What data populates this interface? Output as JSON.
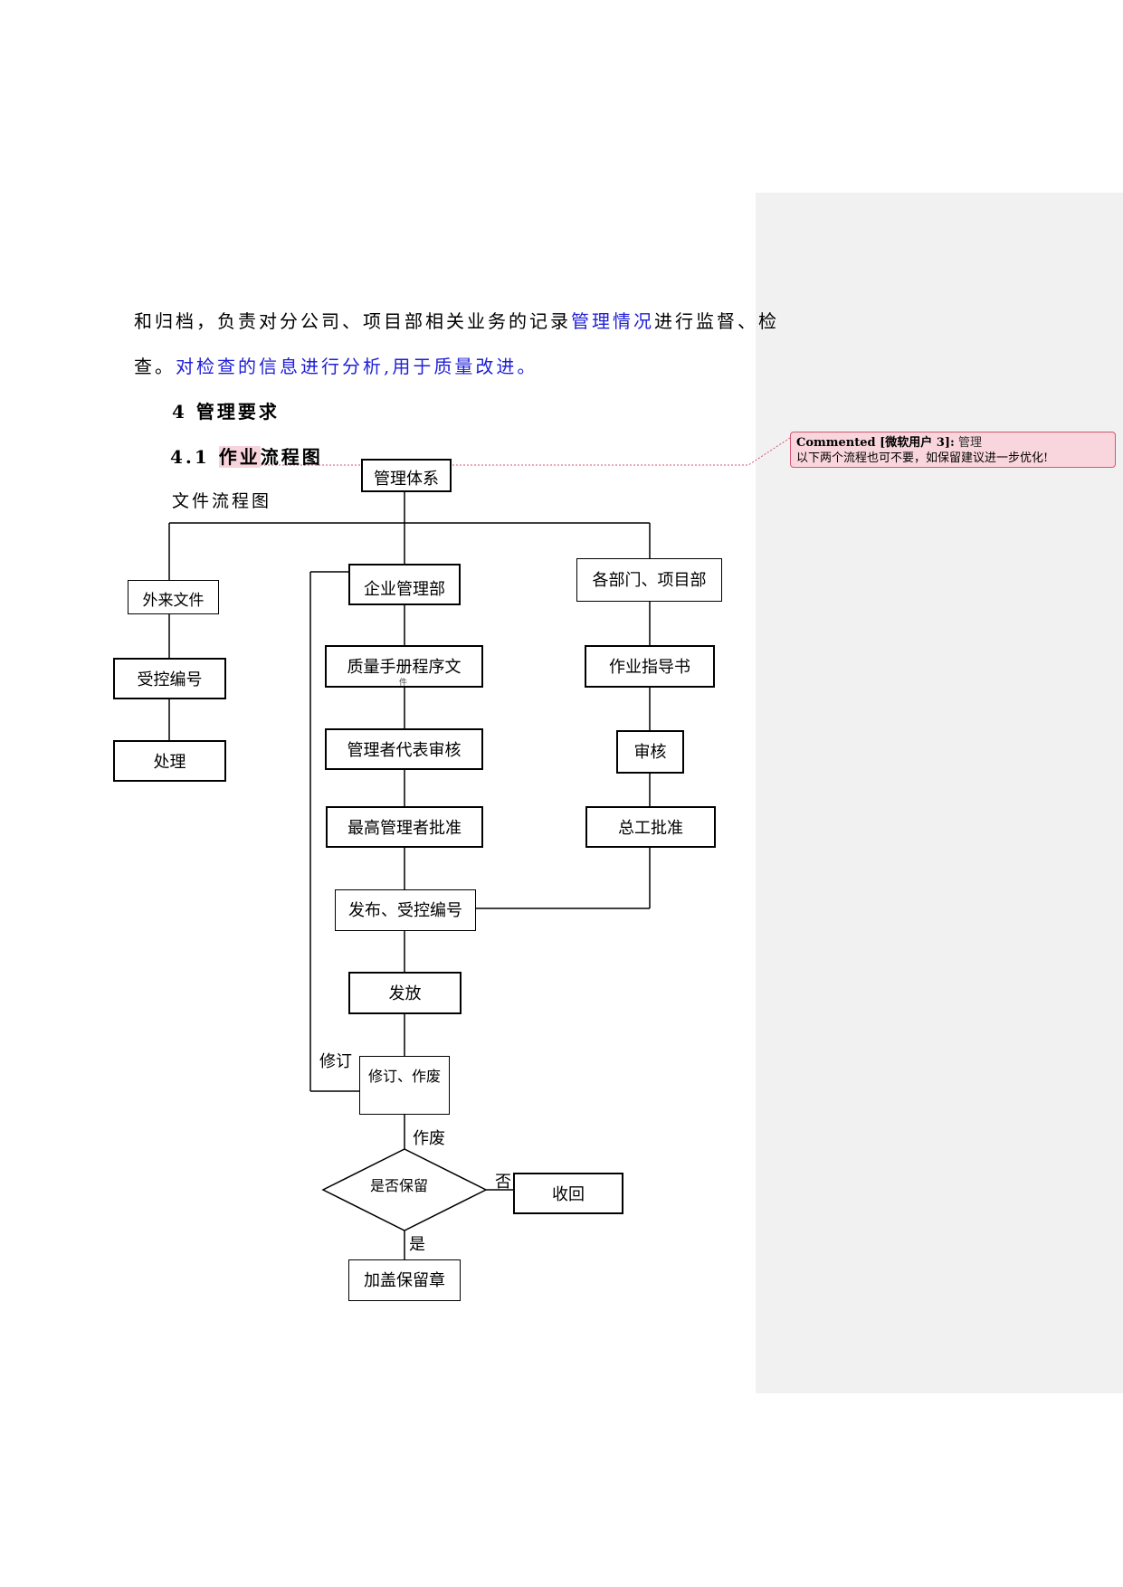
{
  "paragraph": {
    "line1_a": "和归档，负责对分公司、项目部相关业务的记录",
    "line1_b": "管理情况",
    "line1_c": "进行监督、检",
    "line2_a": "查。",
    "line2_b": "对检查的信息进行分析,用于质量改进。"
  },
  "section": {
    "heading4": "4 管理要求",
    "heading41_num": "4.1 ",
    "heading41_hl": "作业",
    "heading41_rest": "流程图",
    "sub": "文件流程图"
  },
  "comment": {
    "author": "Commented [微软用户 3]:",
    "quote": "管理",
    "text": "以下两个流程也可不要，如保留建议进一步优化!"
  },
  "flow": {
    "top": "管理体系",
    "external": "外来文件",
    "controlled_no": "受控编号",
    "handle": "处理",
    "enterprise": "企业管理部",
    "quality_manual": "质量手册程序文",
    "quality_manual_cut": "件",
    "rep_review": "管理者代表审核",
    "top_approve": "最高管理者批准",
    "publish": "发布、受控编号",
    "distribute": "发放",
    "revise_void": "修订、作废",
    "keep_q": "是否保留",
    "recall": "收回",
    "stamp": "加盖保留章",
    "depts": "各部门、项目部",
    "instruction": "作业指导书",
    "review": "审核",
    "chief_approve": "总工批准",
    "label_revise": "修订",
    "label_void": "作废",
    "label_no": "否",
    "label_yes": "是"
  },
  "colors": {
    "link_blue": "#1f1fd6",
    "comment_bg": "#f9d6dd",
    "comment_border": "#d4566f",
    "pane_bg": "#f1f1f1"
  }
}
